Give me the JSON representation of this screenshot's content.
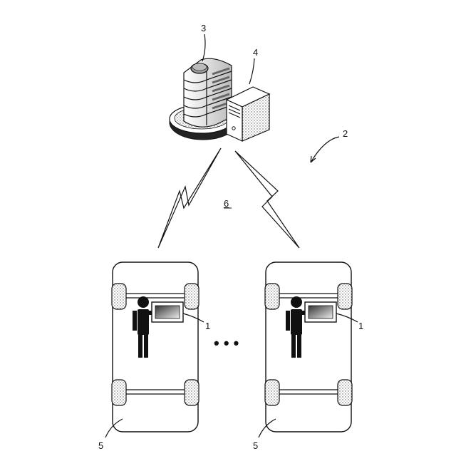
{
  "labels": {
    "server_building": "3",
    "server_computer": "4",
    "system": "2",
    "network": "6",
    "device_left": "1",
    "device_right": "1",
    "vehicle_left": "5",
    "vehicle_right": "5"
  },
  "ellipsis": "• • •",
  "colors": {
    "ink": "#111111",
    "paper": "#ffffff"
  }
}
